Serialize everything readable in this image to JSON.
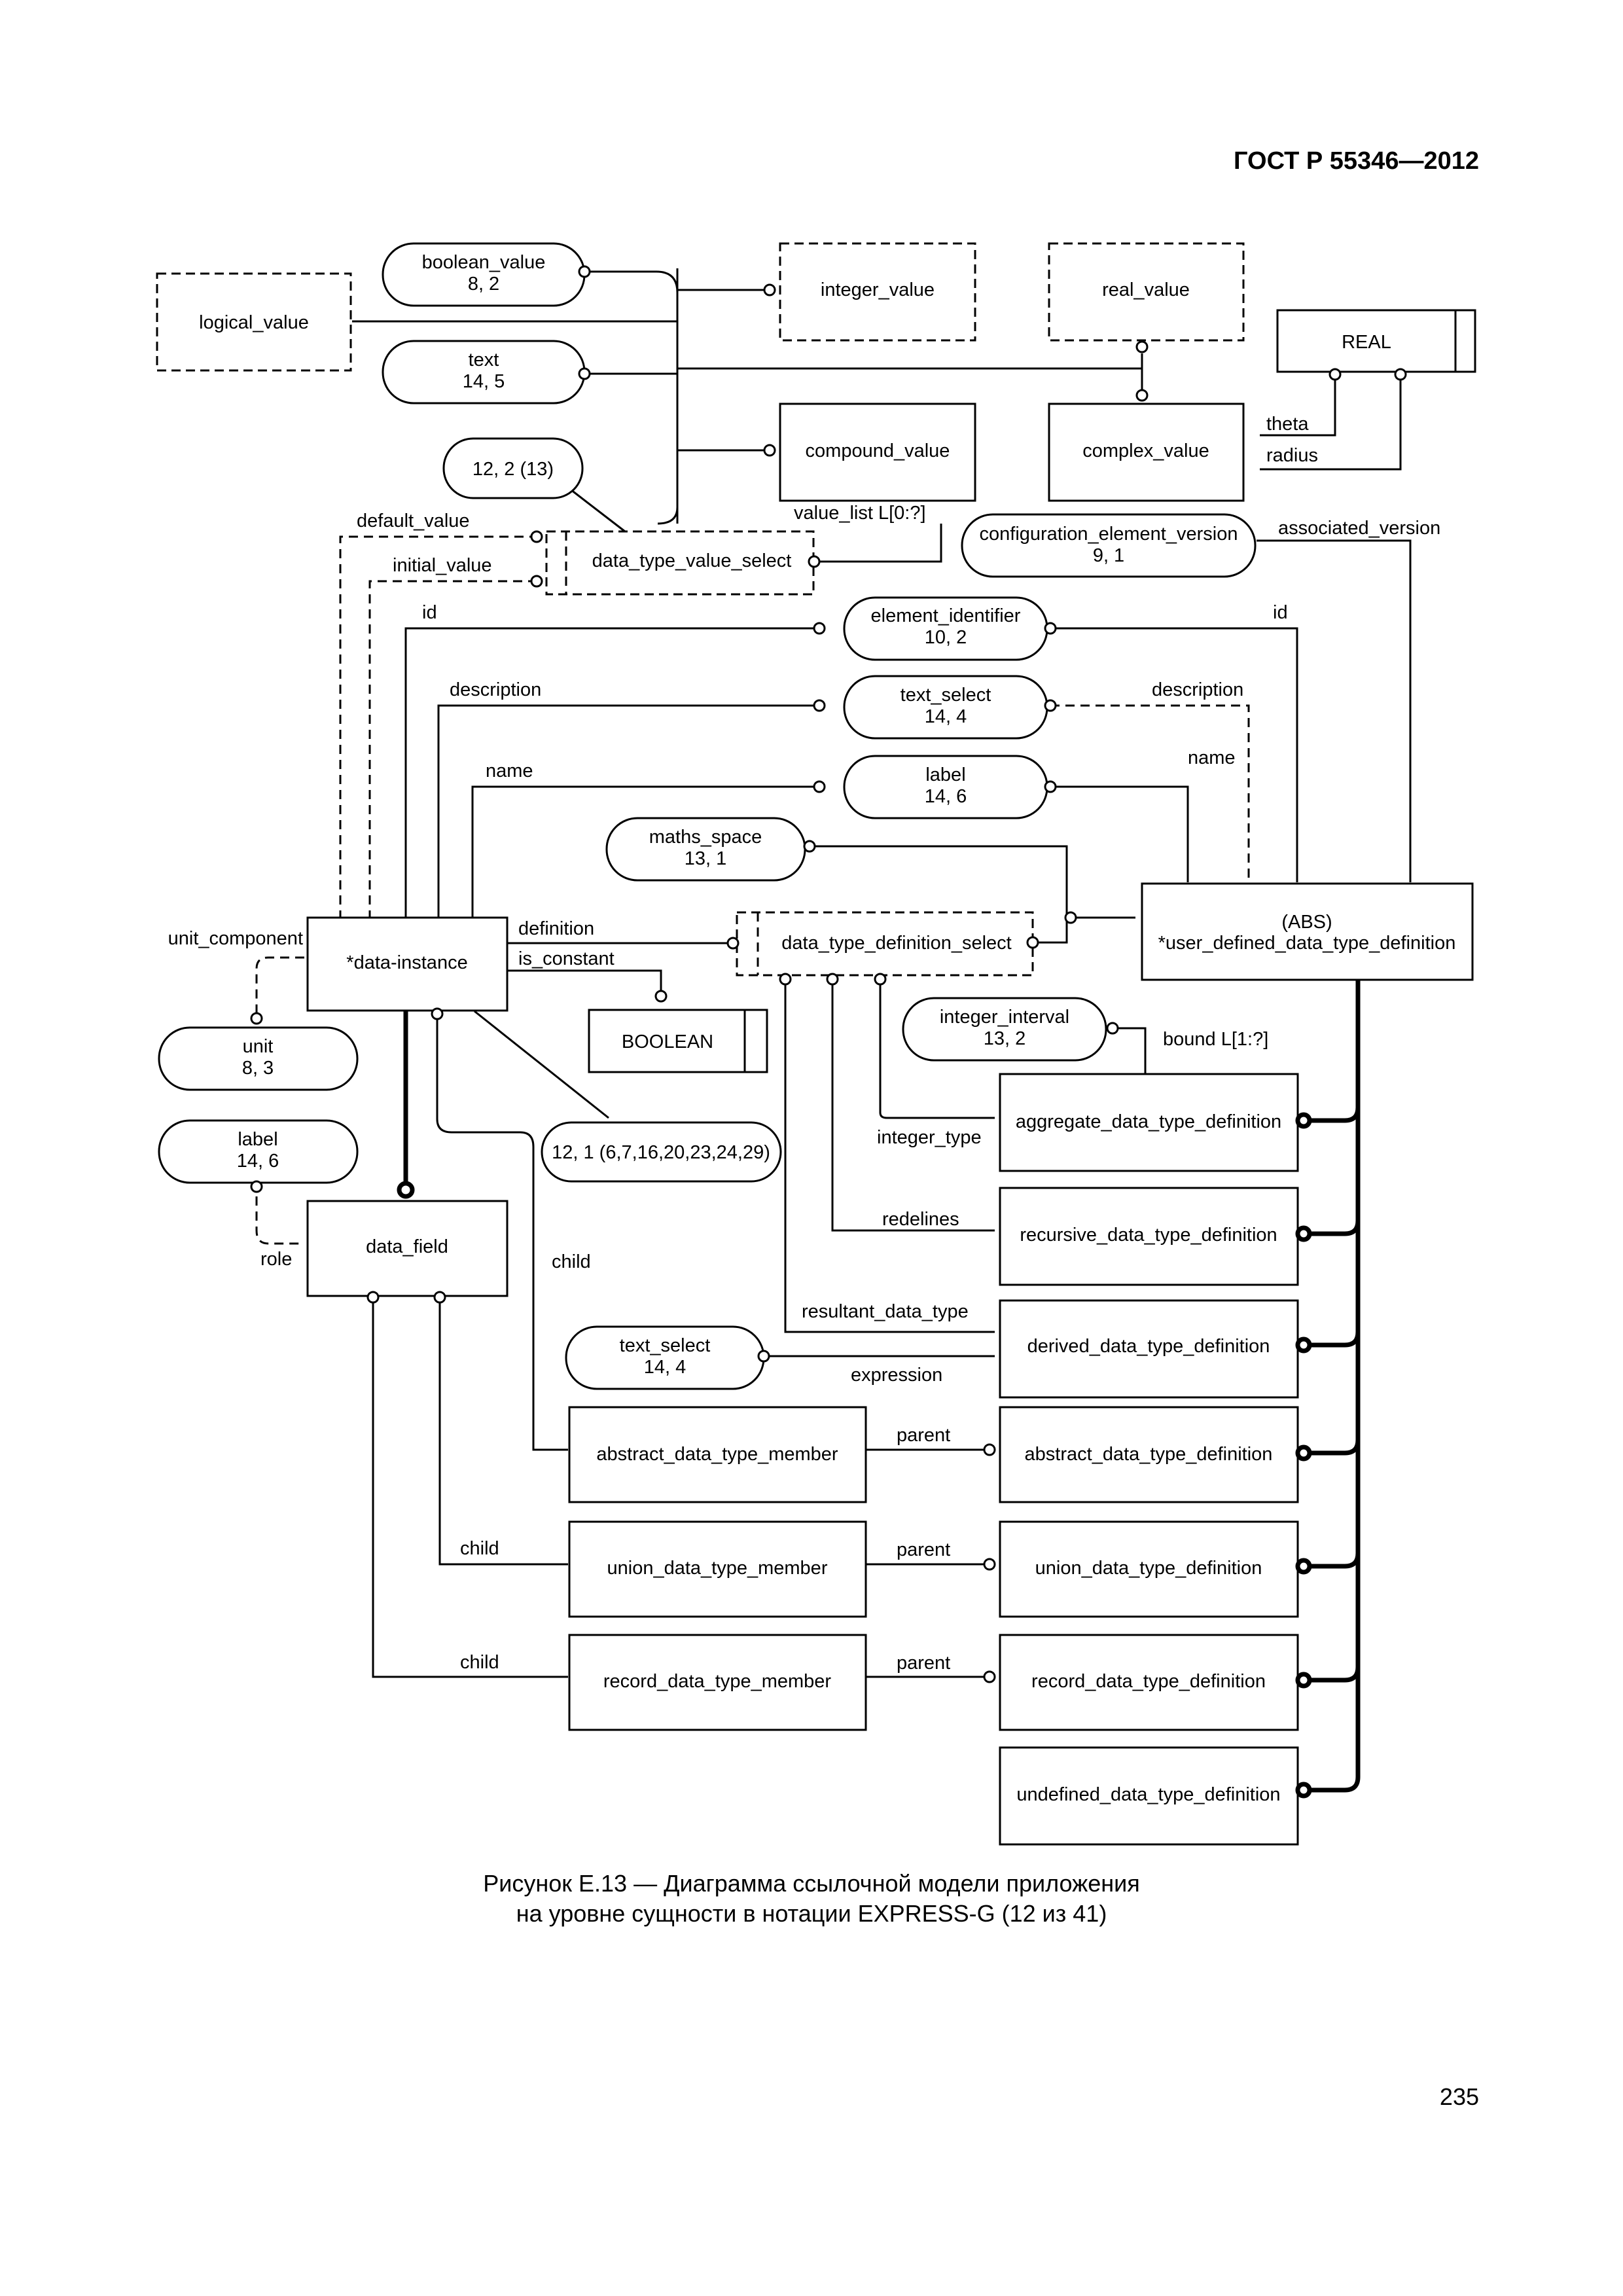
{
  "header": {
    "standard": "ГОСТ Р 55346—2012"
  },
  "caption": {
    "line1": "Рисунок Е.13 — Диаграмма ссылочной модели приложения",
    "line2": "на уровне сущности в нотации EXPRESS-G (12 из 41)"
  },
  "page_number": "235",
  "diagram": {
    "entities": {
      "logical_value": "logical_value",
      "integer_value": "integer_value",
      "real_value": "real_value",
      "real_type": "REAL",
      "compound_value": "compound_value",
      "complex_value": "complex_value",
      "data_type_value_select": "data_type_value_select",
      "data_instance": "*data-instance",
      "data_type_definition_select": "data_type_definition_select",
      "user_defined_abs": "(ABS)",
      "user_defined": "*user_defined_data_type_definition",
      "boolean_type": "BOOLEAN",
      "data_field": "data_field",
      "aggregate": "aggregate_data_type_definition",
      "recursive": "recursive_data_type_definition",
      "derived": "derived_data_type_definition",
      "abstract_member": "abstract_data_type_member",
      "abstract_definition": "abstract_data_type_definition",
      "union_member": "union_data_type_member",
      "union_definition": "union_data_type_definition",
      "record_member": "record_data_type_member",
      "record_definition": "record_data_type_definition",
      "undefined": "undefined_data_type_definition"
    },
    "page_refs": {
      "boolean_value": {
        "name": "boolean_value",
        "ref": "8, 2"
      },
      "text": {
        "name": "text",
        "ref": "14, 5"
      },
      "ref_12_2": {
        "ref": "12, 2 (13)"
      },
      "configuration_element_version": {
        "name": "configuration_element_version",
        "ref": "9, 1"
      },
      "element_identifier": {
        "name": "element_identifier",
        "ref": "10, 2"
      },
      "text_select": {
        "name": "text_select",
        "ref": "14, 4"
      },
      "label": {
        "name": "label",
        "ref": "14, 6"
      },
      "maths_space": {
        "name": "maths_space",
        "ref": "13, 1"
      },
      "unit": {
        "name": "unit",
        "ref": "8, 3"
      },
      "label_left": {
        "name": "label",
        "ref": "14, 6"
      },
      "integer_interval": {
        "name": "integer_interval",
        "ref": "13, 2"
      },
      "ref_12_1": {
        "ref": "12, 1 (6,7,16,20,23,24,29)"
      },
      "text_select_lower": {
        "name": "text_select",
        "ref": "14, 4"
      }
    },
    "attributes": {
      "theta": "theta",
      "radius": "radius",
      "value_list": "value_list L[0:?]",
      "associated_version": "associated_version",
      "default_value": "default_value",
      "initial_value": "initial_value",
      "id_left": "id",
      "id_right": "id",
      "description_left": "description",
      "description_right": "description",
      "name_left": "name",
      "name_right": "name",
      "definition": "definition",
      "is_constant": "is_constant",
      "unit_component": "unit_component",
      "bound": "bound L[1:?]",
      "integer_type": "integer_type",
      "redelines": "redelines",
      "resultant_data_type": "resultant_data_type",
      "expression": "expression",
      "child_abstract": "child",
      "parent_abstract": "parent",
      "child_union": "child",
      "parent_union": "parent",
      "child_record": "child",
      "parent_record": "parent",
      "role": "role"
    }
  }
}
